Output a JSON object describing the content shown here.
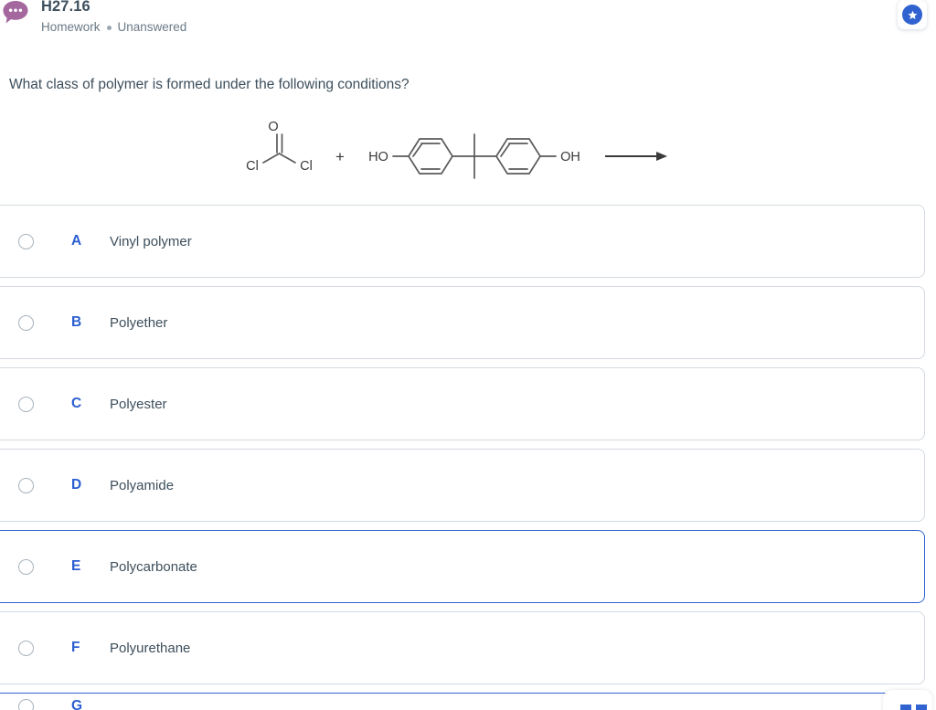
{
  "header": {
    "icon": "speech-bubble-icon",
    "title": "H27.16",
    "category": "Homework",
    "status": "Unanswered",
    "bookmark_icon": "star-icon",
    "accent_color": "#3063d0",
    "bubble_color": "#a4689f"
  },
  "question": {
    "prompt": "What class of polymer is formed under the following conditions?",
    "reaction": {
      "type": "chemical-structure",
      "reactant_1": {
        "name": "phosgene",
        "labels": [
          "O",
          "Cl",
          "Cl"
        ]
      },
      "operator": "+",
      "reactant_2": {
        "name": "bisphenol-A",
        "labels": [
          "HO",
          "OH"
        ]
      },
      "arrow": "reaction-arrow-right"
    }
  },
  "options": [
    {
      "letter": "A",
      "label": "Vinyl polymer",
      "selected": false,
      "highlighted": false
    },
    {
      "letter": "B",
      "label": "Polyether",
      "selected": false,
      "highlighted": false
    },
    {
      "letter": "C",
      "label": "Polyester",
      "selected": false,
      "highlighted": false
    },
    {
      "letter": "D",
      "label": "Polyamide",
      "selected": false,
      "highlighted": false
    },
    {
      "letter": "E",
      "label": "Polycarbonate",
      "selected": false,
      "highlighted": true
    },
    {
      "letter": "F",
      "label": "Polyurethane",
      "selected": false,
      "highlighted": false
    },
    {
      "letter": "G",
      "label": "",
      "selected": false,
      "highlighted": true
    }
  ],
  "colors": {
    "text": "#3d4f5c",
    "muted": "#6b7a87",
    "border": "#d3dae0",
    "accent": "#3063d0",
    "letter_blue": "#2a5fd0"
  }
}
